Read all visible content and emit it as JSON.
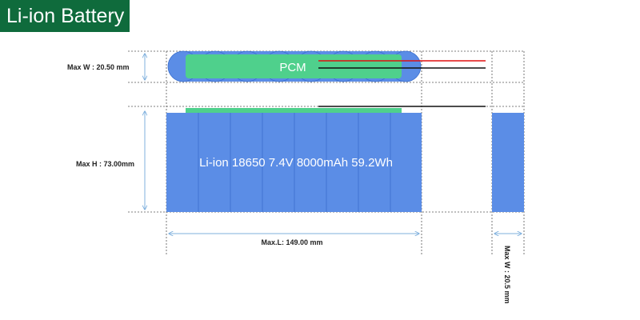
{
  "title": "Li-ion Battery",
  "pcm_label": "PCM",
  "cell_label": "Li-ion 18650 7.4V 8000mAh 59.2Wh",
  "dimensions": {
    "width_top": "Max W : 20.50 mm",
    "height": "Max H : 73.00mm",
    "length": "Max.L: 149.00 mm",
    "width_side": "Max W : 20.5 mm"
  },
  "colors": {
    "title_bg": "#0f6b3c",
    "cell_blue": "#5b8de6",
    "pcm_green": "#4fd08c",
    "wire_red": "#e01010",
    "wire_black": "#111111",
    "dim_arrow": "#7fb0dd"
  }
}
